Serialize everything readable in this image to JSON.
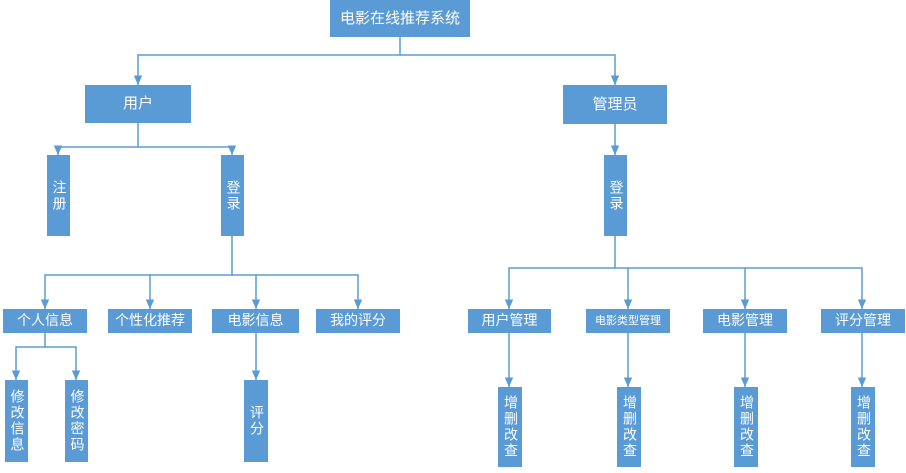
{
  "diagram": {
    "root": "电影在线推荐系统",
    "user": {
      "label": "用户",
      "register": "注册",
      "login": "登录",
      "features": [
        "个人信息",
        "个性化推荐",
        "电影信息",
        "我的评分"
      ],
      "personal_info_children": [
        "修改信息",
        "修改密码"
      ],
      "movie_info_child": "评分"
    },
    "admin": {
      "label": "管理员",
      "login": "登录",
      "features": [
        "用户管理",
        "电影类型管理",
        "电影管理",
        "评分管理"
      ],
      "crud": "增删改查"
    }
  }
}
